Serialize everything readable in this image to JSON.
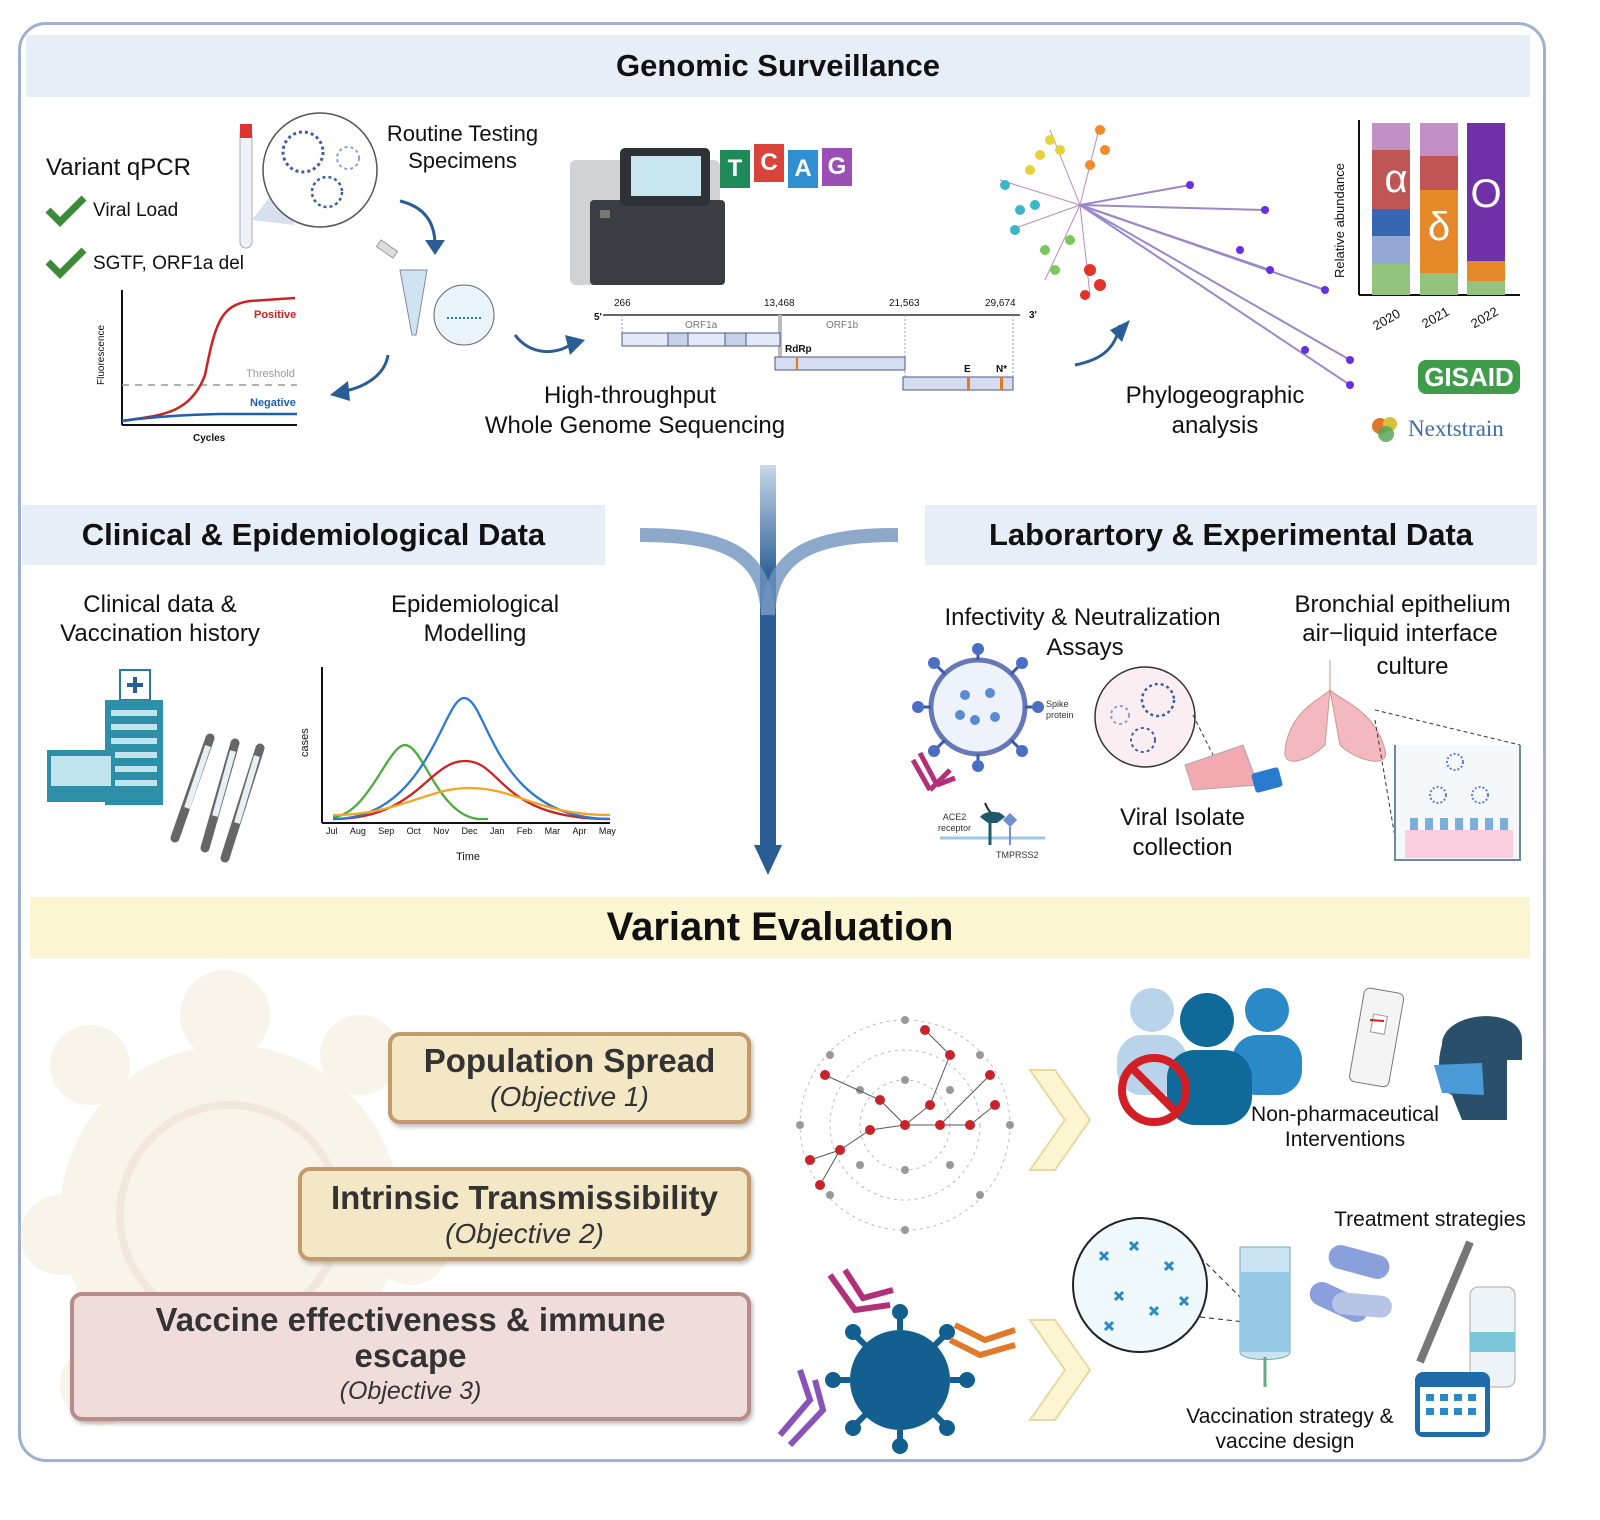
{
  "genomic": {
    "title": "Genomic Surveillance",
    "qpcr": {
      "title": "Variant qPCR",
      "checks": [
        "Viral Load",
        "SGTF, ORF1a del"
      ],
      "chart": {
        "ylabel": "Fluorescence",
        "xlabel": "Cycles",
        "positive": "Positive",
        "threshold": "Threshold",
        "negative": "Negative"
      }
    },
    "routine": "Routine Testing\nSpecimens",
    "sequencing": {
      "bases": [
        "T",
        "C",
        "A",
        "G"
      ],
      "base_colors": [
        "#1e8a5a",
        "#d9433b",
        "#2f8fd0",
        "#9b4fb5"
      ],
      "positions": [
        "266",
        "13,468",
        "21,563",
        "29,674"
      ],
      "ends": [
        "5'",
        "3'"
      ],
      "genes": [
        "ORF1a",
        "ORF1b",
        "RdRp",
        "E",
        "N*"
      ],
      "label_line1": "High-throughput",
      "label_line2": "Whole Genome Sequencing"
    },
    "phylo": {
      "label_line1": "Phylogeographic",
      "label_line2": "analysis",
      "abundance_ylabel": "Relative abundance",
      "years": [
        "2020",
        "2021",
        "2022"
      ],
      "variant_letters": [
        "α",
        "δ",
        "O"
      ],
      "logos": [
        "GISAID",
        "Nextstrain"
      ]
    }
  },
  "clinical": {
    "title": "Clinical & Epidemiological Data",
    "item1": [
      "Clinical data &",
      "Vaccination history"
    ],
    "item2": [
      "Epidemiological",
      "Modelling"
    ],
    "epi_chart": {
      "ylabel": "cases",
      "xlabel": "Time",
      "months": [
        "Jul",
        "Aug",
        "Sep",
        "Oct",
        "Nov",
        "Dec",
        "Jan",
        "Feb",
        "Mar",
        "Apr",
        "May"
      ]
    }
  },
  "lab": {
    "title": "Laborartory & Experimental Data",
    "assays": [
      "Infectivity & Neutralization",
      "Assays"
    ],
    "spike": [
      "Spike",
      "protein"
    ],
    "ace2": [
      "ACE2",
      "receptor"
    ],
    "tmprss2": "TMPRSS2",
    "isolate": [
      "Viral Isolate",
      "collection"
    ],
    "bronchial": [
      "Bronchial  epithelium",
      "air−liquid interface",
      "culture"
    ]
  },
  "evaluation": {
    "title": "Variant Evaluation",
    "objectives": [
      {
        "main": "Population Spread",
        "sub": "(Objective 1)"
      },
      {
        "main": "Intrinsic Transmissibility",
        "sub": "(Objective 2)"
      },
      {
        "main": "Vaccine effectiveness &  immune escape",
        "sub": "(Objective 3)"
      }
    ],
    "npi": [
      "Non-pharmaceutical",
      "Interventions"
    ],
    "treatment": "Treatment strategies",
    "vaccination": [
      "Vaccination strategy &",
      "vaccine design"
    ]
  },
  "colors": {
    "frame": "#9fb0d0",
    "band_blue": "#e8eef8",
    "band_yellow": "#fbf5d2",
    "arrow": "#2a5d93"
  }
}
